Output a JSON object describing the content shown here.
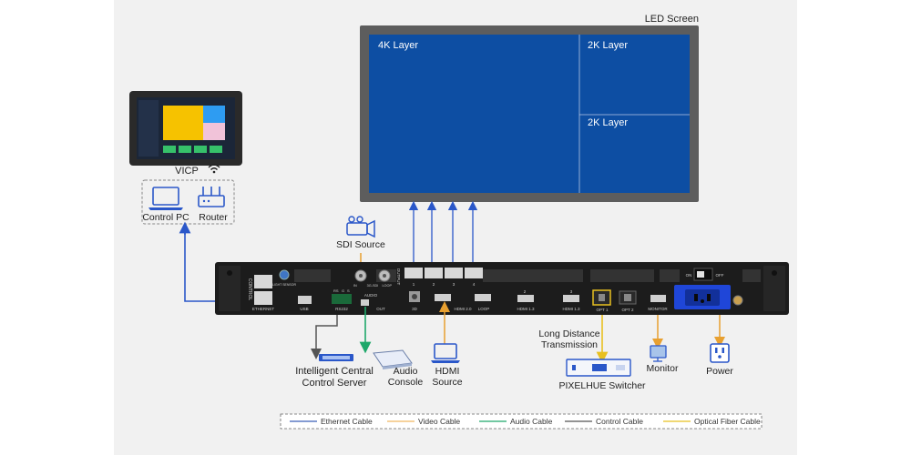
{
  "led_screen": {
    "title": "LED Screen",
    "layers": [
      "4K Layer",
      "2K Layer",
      "2K Layer"
    ]
  },
  "vicp": {
    "label": "VICP"
  },
  "control": {
    "pc_label": "Control PC",
    "router_label": "Router"
  },
  "sources": {
    "sdi": "SDI Source",
    "hdmi_line1": "HDMI",
    "hdmi_line2": "Source"
  },
  "device": {
    "control_tag": "CONTROL",
    "light_sensor": "LIGHT SENSOR",
    "ethernet": "ETHERNET",
    "usb": "USB",
    "rs232": "RS232",
    "audio": "AUDIO",
    "out": "OUT",
    "sdi_in": "IN",
    "sdi_mid": "3G-SDI",
    "sdi_loop": "LOOP",
    "output_tag": "OUTPUT",
    "port_numbers": [
      "1",
      "2",
      "3",
      "4"
    ],
    "three_d": "3D",
    "hdmi20_in": "IN",
    "hdmi20_mid": "HDMI 2.0",
    "hdmi20_loop": "LOOP",
    "hdmi13_a": "HDMI 1.3",
    "hdmi13_b": "HDMI 1.3",
    "hdmi_num_a": "2",
    "hdmi_num_b": "3",
    "opt1": "OPT 1",
    "opt2": "OPT 2",
    "monitor_port": "MONITOR",
    "on": "ON",
    "off": "OFF",
    "rs": [
      "RS",
      "G",
      "S"
    ]
  },
  "peripherals": {
    "central_server_line1": "Intelligent Central",
    "central_server_line2": "Control Server",
    "audio_console_line1": "Audio",
    "audio_console_line2": "Console",
    "long_distance_line1": "Long Distance",
    "long_distance_line2": "Transmission",
    "pixelhue_switcher": "PIXELHUE Switcher",
    "monitor": "Monitor",
    "power": "Power"
  },
  "legend": [
    {
      "label": "Ethernet Cable",
      "color": "#3b5fb8"
    },
    {
      "label": "Video Cable",
      "color": "#f0b860"
    },
    {
      "label": "Audio Cable",
      "color": "#1ea86a"
    },
    {
      "label": "Control Cable",
      "color": "#555555"
    },
    {
      "label": "Optical Fiber Cable",
      "color": "#e8c020"
    }
  ],
  "colors": {
    "ethernet": "#2a57c9",
    "video": "#e8a030",
    "audio": "#1ea86a",
    "control": "#555555",
    "fiber": "#e8c020",
    "screen_blue": "#0d4ea3"
  }
}
